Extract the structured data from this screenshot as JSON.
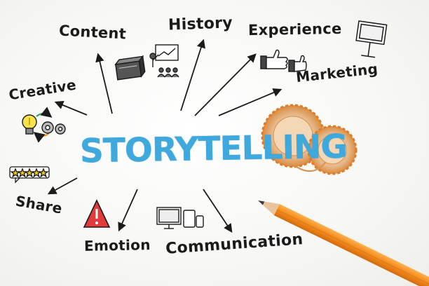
{
  "title": "STORYTELLING",
  "labels": {
    "content": "Content",
    "history": "History",
    "experience": "Experience",
    "marketing": "Marketing",
    "creative": "Creative",
    "share": "Share",
    "emotion": "Emotion",
    "communication": "Communication"
  },
  "colors": {
    "title_blue": "#3fa9dd",
    "pencil_orange": "#f28a1e",
    "ink": "#1b1b1b",
    "warning_red": "#e23b3b"
  },
  "icons": [
    "book-icon",
    "presentation-icon",
    "thumbs-up-icon",
    "billboard-icon",
    "lightbulb-icon",
    "gears-icon",
    "rating-stars-icon",
    "warning-icon",
    "devices-icon"
  ]
}
